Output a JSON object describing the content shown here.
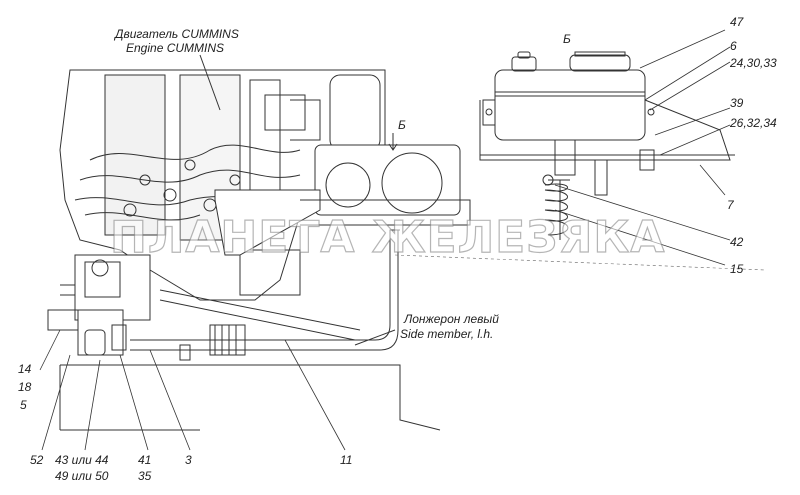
{
  "texts": {
    "engine_ru": "Двигатель CUMMINS",
    "engine_en": "Engine CUMMINS",
    "view_b_top": "Б",
    "view_b_side": "Б",
    "member_ru": "Лонжерон левый",
    "member_en": "Side member, l.h."
  },
  "callouts": {
    "c47": "47",
    "c6": "6",
    "c24": "24,30,33",
    "c39": "39",
    "c26": "26,32,34",
    "c7": "7",
    "c42": "42",
    "c15": "15",
    "c14": "14",
    "c18": "18",
    "c5": "5",
    "c52": "52",
    "c43": "43 или 44",
    "c49": "49 или 50",
    "c41": "41",
    "c35": "35",
    "c3": "3",
    "c11": "11"
  },
  "watermark": "ПЛАНЕТА ЖЕЛЕЗЯКА"
}
